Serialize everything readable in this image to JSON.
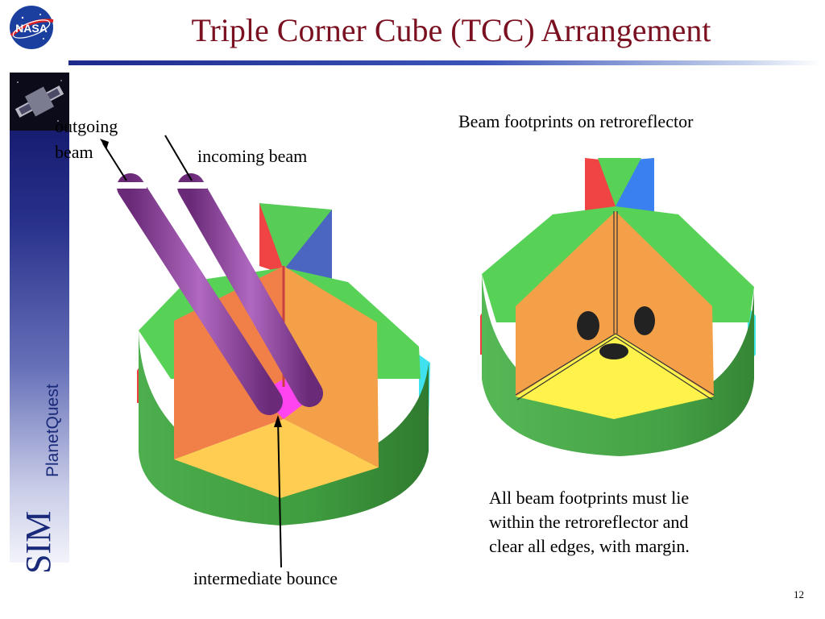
{
  "title": "Triple Corner Cube (TCC) Arrangement",
  "logo": {
    "text": "NASA"
  },
  "branding": {
    "planetquest": "PlanetQuest",
    "sim": "SIM"
  },
  "labels": {
    "outgoing_line1": "outgoing",
    "outgoing_line2": "beam",
    "incoming": "incoming beam",
    "footprints": "Beam footprints on retroreflector",
    "intermediate": "intermediate bounce"
  },
  "note": {
    "line1": "All beam footprints must lie",
    "line2": "within the retroreflector and",
    "line3": "clear all edges, with margin."
  },
  "page_number": "12",
  "colors": {
    "title": "#7a1020",
    "green": "#4fcf4f",
    "green_dark": "#3d9a3d",
    "orange": "#f59a45",
    "yellow": "#ffd050",
    "red": "#f04040",
    "blue": "#3a78e8",
    "cyan": "#40e8f0",
    "magenta": "#ff40f0",
    "beam": "#9a4aa6"
  }
}
